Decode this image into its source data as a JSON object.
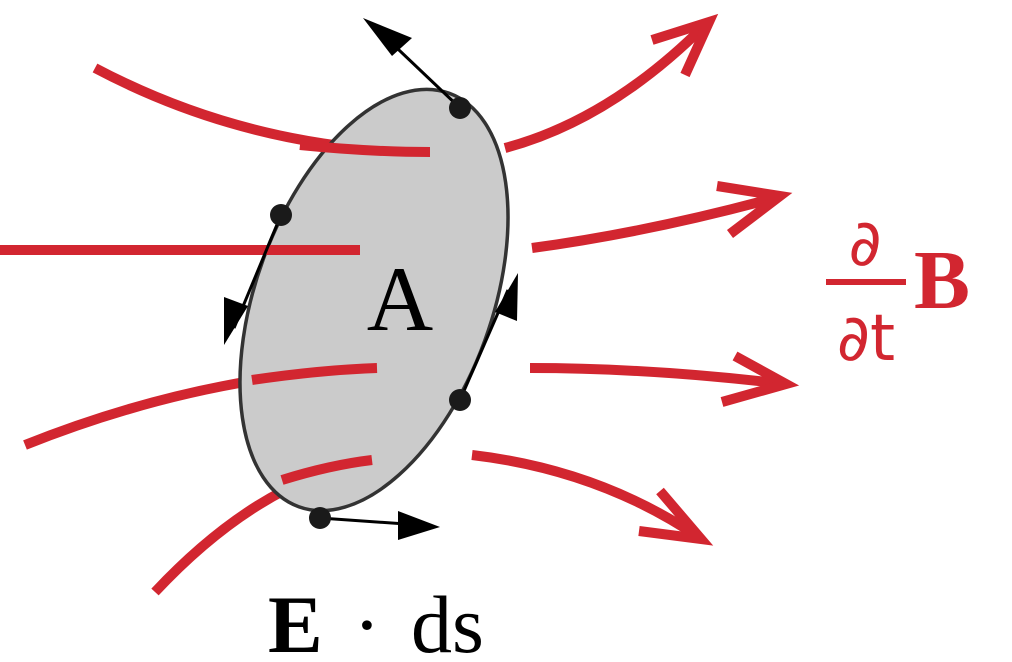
{
  "colors": {
    "field": "#d22630",
    "surface_fill": "#cbcbcb",
    "surface_edge": "#333333",
    "ink": "#000000"
  },
  "labels": {
    "area": "A",
    "loop_integrand": {
      "vector": "E",
      "dot": "·",
      "element": "ds"
    },
    "rate_of_change": {
      "numerator": "∂",
      "denominator": "∂t",
      "vector": "B"
    }
  },
  "icons": {
    "field_arrow": "arrowhead-icon",
    "tangent_arrow": "tangent-arrow-icon",
    "loop_point": "point-icon"
  }
}
